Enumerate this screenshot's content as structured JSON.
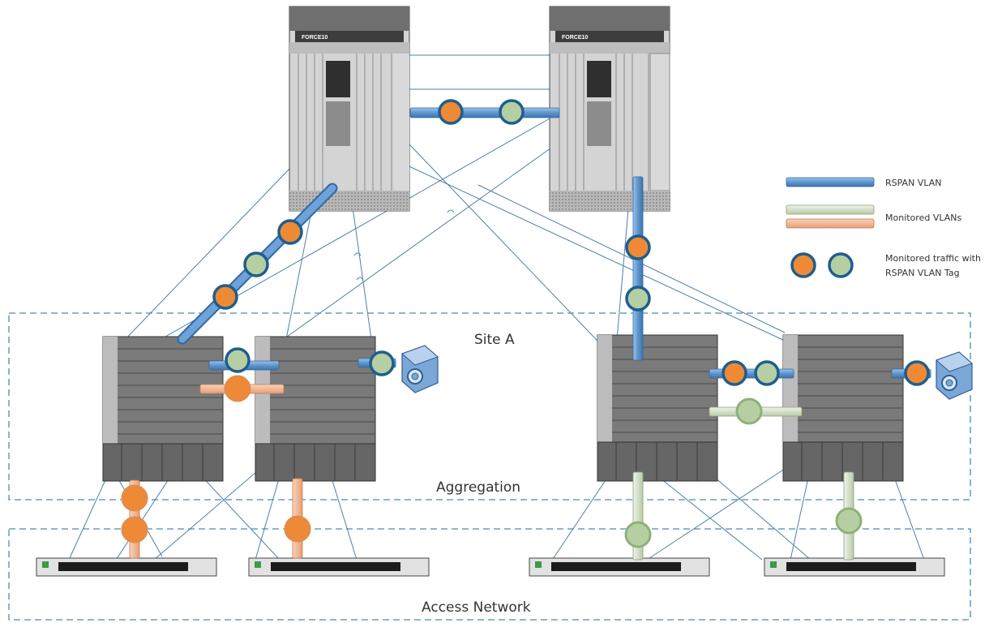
{
  "diagram": {
    "zones": {
      "site": "Site A",
      "aggregation": "Aggregation",
      "access": "Access Network"
    },
    "legend": {
      "rspan_vlan": "RSPAN VLAN",
      "monitored_vlans": "Monitored VLANs",
      "monitored_traffic_line1": "Monitored traffic with",
      "monitored_traffic_line2": "RSPAN VLAN Tag"
    },
    "chassis_brand": "FORCE10",
    "colors": {
      "rspan_blue": "#6a9fd4",
      "rspan_blue_dark": "#2f6aa6",
      "monitored_orange": "#f0b48e",
      "monitored_green": "#d2dfc6",
      "traffic_orange": "#ee8a35",
      "traffic_green": "#b5cfa2",
      "traffic_ring": "#1f5d8f",
      "link_line": "#4e7fae",
      "zone_border": "#4a8bb5"
    },
    "icons": {
      "core_switch": "core-chassis-icon",
      "aggregation_switch": "aggregation-chassis-icon",
      "access_switch": "access-switch-icon",
      "analyzer": "network-analyzer-icon"
    }
  }
}
